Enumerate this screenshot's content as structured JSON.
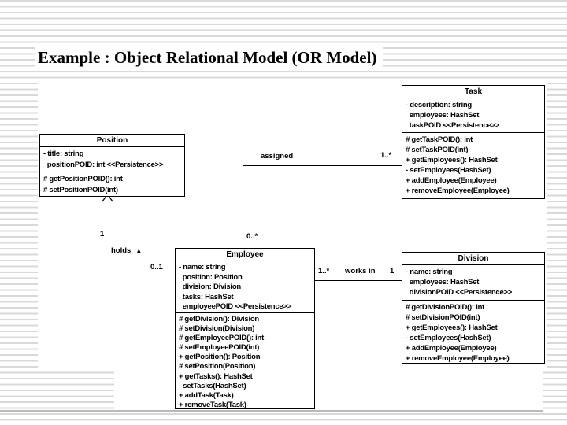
{
  "slide": {
    "title": "Example : Object Relational Model (OR Model)"
  },
  "diagram": {
    "classes": {
      "position": {
        "name": "Position",
        "attributes": [
          "- title: string",
          "  positionPOID: int <<Persistence>>"
        ],
        "methods": [
          "# getPositionPOID(): int",
          "# setPositionPOID(int)"
        ]
      },
      "task": {
        "name": "Task",
        "attributes": [
          "- description: string",
          "  employees: HashSet",
          "  taskPOID <<Persistence>>"
        ],
        "methods": [
          "# getTaskPOID(): int",
          "# setTaskPOID(int)",
          "+ getEmployees(): HashSet",
          "- setEmployees(HashSet)",
          "+ addEmployee(Employee)",
          "+ removeEmployee(Employee)"
        ]
      },
      "employee": {
        "name": "Employee",
        "attributes": [
          "- name: string",
          "  position: Position",
          "  division: Division",
          "  tasks: HashSet",
          "  employeePOID <<Persistence>>"
        ],
        "methods": [
          "# getDivision(): Division",
          "# setDivision(Division)",
          "# getEmployeePOID(): int",
          "# setEmployeePOID(int)",
          "+ getPosition(): Position",
          "# setPosition(Position)",
          "+ getTasks(): HashSet",
          "- setTasks(HashSet)",
          "+ addTask(Task)",
          "+ removeTask(Task)"
        ]
      },
      "division": {
        "name": "Division",
        "attributes": [
          "- name: string",
          "  employees: HashSet",
          "  divisionPOID <<Persistence>>"
        ],
        "methods": [
          "# getDivisionPOID(): int",
          "# setDivisionPOID(int)",
          "+ getEmployees(): HashSet",
          "- setEmployees(HashSet)",
          "+ addEmployee(Employee)",
          "+ removeEmployee(Employee)"
        ]
      }
    },
    "associations": {
      "assigned": {
        "label": "assigned",
        "task_multiplicity": "1..*",
        "employee_multiplicity": "0..*"
      },
      "holds": {
        "label": "holds",
        "direction_icon": "▲",
        "position_multiplicity": "1",
        "employee_multiplicity": "0..1"
      },
      "works_in": {
        "label": "works in",
        "employee_multiplicity": "1..*",
        "division_multiplicity": "1"
      }
    }
  },
  "colors": {
    "stripe": "#d9d9d9",
    "canvas": "#ffffff",
    "box_border": "#000000",
    "text": "#000000"
  }
}
